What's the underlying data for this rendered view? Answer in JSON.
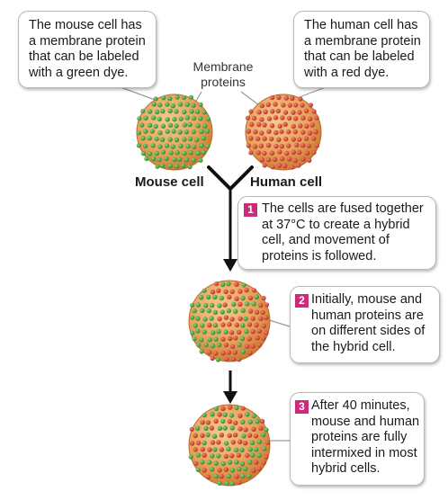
{
  "top_left_callout": {
    "lines": [
      "The mouse cell has",
      "a membrane protein",
      "that can be labeled",
      "with a green dye."
    ]
  },
  "top_right_callout": {
    "lines": [
      "The human cell has",
      "a membrane protein",
      "that can be labeled",
      "with a red dye."
    ]
  },
  "membrane_label": {
    "lines": [
      "Membrane",
      "proteins"
    ]
  },
  "cells": {
    "mouse_label": "Mouse cell",
    "human_label": "Human cell"
  },
  "steps": [
    {
      "number": "1",
      "lines": [
        "The cells are fused together",
        "at 37°C to create a hybrid",
        "cell, and movement of",
        "proteins is followed."
      ]
    },
    {
      "number": "2",
      "lines": [
        "Initially, mouse and",
        "human proteins are",
        "on different sides of",
        "the hybrid cell."
      ]
    },
    {
      "number": "3",
      "lines": [
        "After 40 minutes,",
        "mouse and human",
        "proteins are fully",
        "intermixed in most",
        "hybrid cells."
      ]
    }
  ],
  "colors": {
    "cell_fill": "#e8a35a",
    "cell_edge": "#c9762f",
    "green_protein": "#3f9a3a",
    "red_protein": "#d8402c",
    "step_badge": "#cc2a7a",
    "arrow": "#111111"
  }
}
